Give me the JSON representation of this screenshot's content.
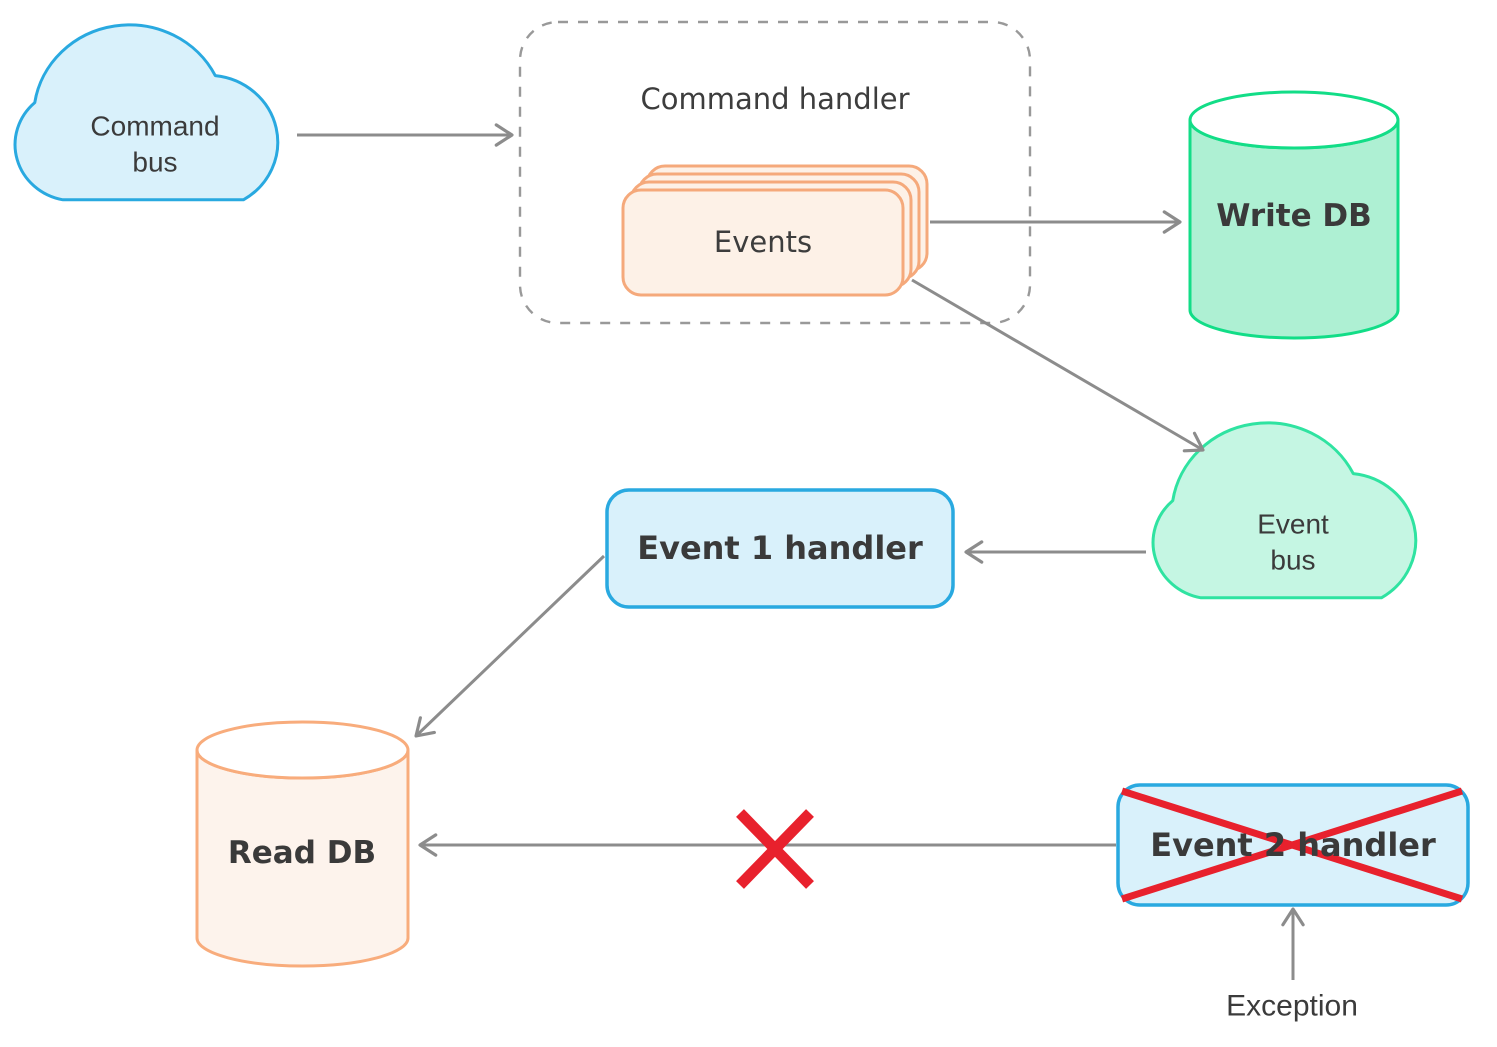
{
  "nodes": {
    "command_bus": {
      "line1": "Command",
      "line2": "bus",
      "shape": "cloud"
    },
    "command_handler": {
      "label": "Command handler",
      "shape": "dashed-container"
    },
    "events": {
      "label": "Events",
      "shape": "stacked-cards",
      "card_count": 4
    },
    "write_db": {
      "label": "Write DB",
      "shape": "cylinder"
    },
    "event_bus": {
      "line1": "Event",
      "line2": "bus",
      "shape": "cloud"
    },
    "event1_handler": {
      "label": "Event 1 handler",
      "shape": "rounded-box"
    },
    "read_db": {
      "label": "Read DB",
      "shape": "cylinder"
    },
    "event2_handler": {
      "label": "Event 2 handler",
      "shape": "rounded-box",
      "crossed_out": true
    },
    "exception": {
      "label": "Exception"
    }
  },
  "edges": [
    {
      "from": "command_bus",
      "to": "command_handler"
    },
    {
      "from": "events",
      "to": "write_db"
    },
    {
      "from": "events",
      "to": "event_bus"
    },
    {
      "from": "event_bus",
      "to": "event1_handler"
    },
    {
      "from": "event1_handler",
      "to": "read_db"
    },
    {
      "from": "event2_handler",
      "to": "read_db",
      "status": "blocked"
    },
    {
      "from": "exception",
      "to": "event2_handler"
    }
  ],
  "colors": {
    "blue_fill": "#d9f1fb",
    "blue_stroke": "#29a9e0",
    "green_cyl_fill": "#aef0d3",
    "green_cyl_stroke": "#12dd87",
    "green_cloud_fill": "#c5f6e3",
    "green_cloud_stroke": "#2fe3a1",
    "orange_fill": "#fdf1e7",
    "orange_stroke": "#f5a97b",
    "peach_fill": "#fdf3ec",
    "peach_stroke": "#f8ac7c",
    "arrow_gray": "#8c8c8c",
    "dashed_gray": "#999999",
    "error_red": "#e8212d",
    "text": "#3b3b3b"
  }
}
